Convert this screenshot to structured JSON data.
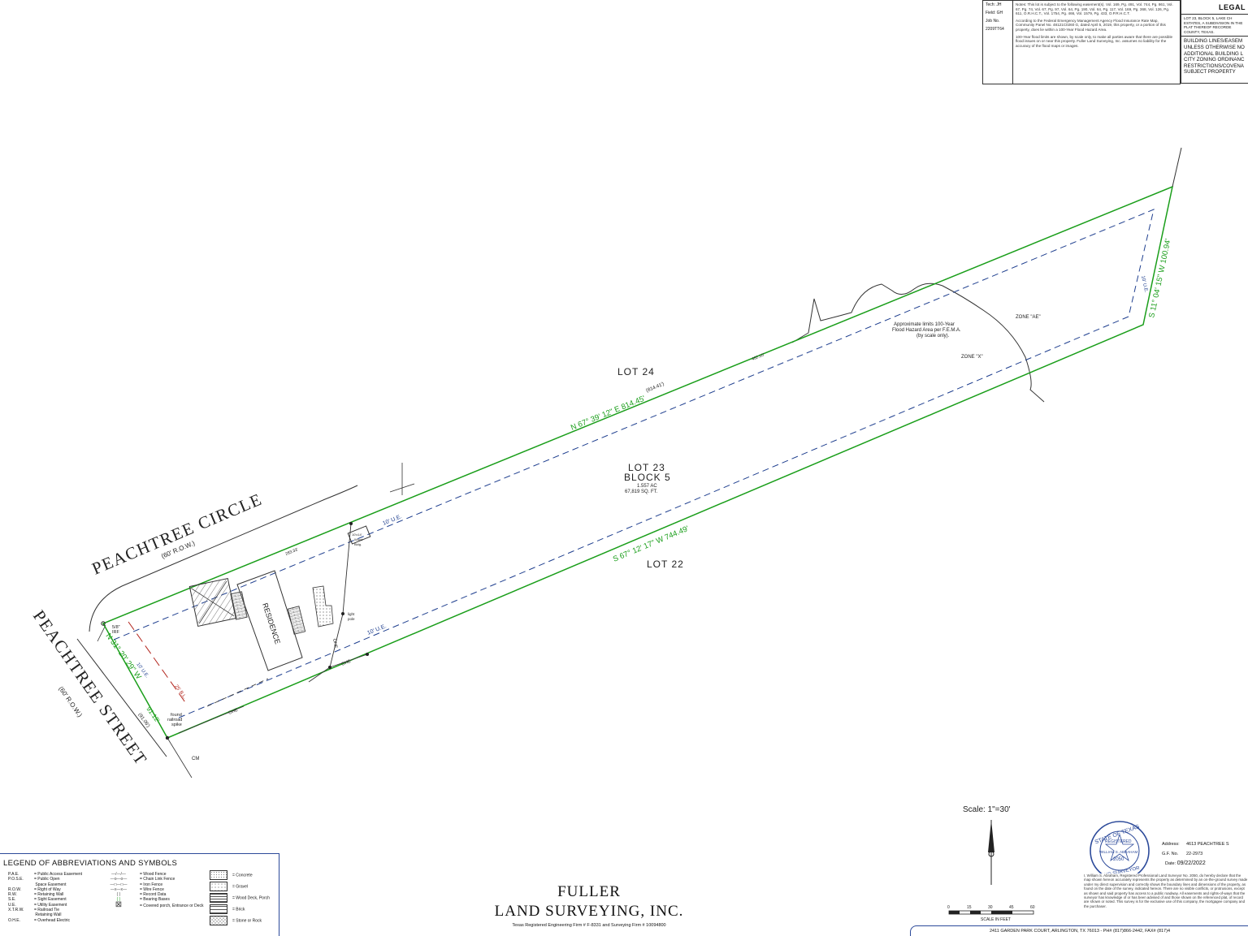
{
  "colors": {
    "boundary": "#1a9e1a",
    "easement": "#1f3f8f",
    "building_line": "#b3261e",
    "ink": "#222222",
    "border": "#2c4a9a"
  },
  "notes": {
    "side": [
      "Tech: JH",
      "Field: GH",
      "Job No.",
      "2209TT64"
    ],
    "paragraphs": [
      "Notes: This lot is subject to the following easement(s). Vol. 169, Pg. 491, Vol. 744, Pg. 861, Vol. 67, Pg. 74, Vol. 67, Pg. 97, Vol. 64, Pg. 190, Vol. 64, Pg. 117, Vol. 169, Pg. 368, Vol. 126, Pg. 611, O.R.H.C.T., Vol. 1754, Pg. 466, Vol. 1579, Pg. 433, O.P.R.H.C.T.",
      "According to the Federal Emergency Management Agency Flood Insurance Rate Map, Community Panel No. 48121C0260 G, dated April 5, 2019, this property, or a portion of this property, does lie within a 100-Year Flood Hazard Area.",
      "100-Year flood limits are shown, by scale only, to make all parties aware that there are possible flood issues on or near this property. Fuller Land Surveying, Inc. assumes no liability for the accuracy of the flood maps or images."
    ]
  },
  "legal": {
    "title": "LEGAL",
    "description": "LOT 23, BLOCK 5, LAKE CH ESTATES, A SUBDIVISION IN THE PLAT THEREOF RECORDE COUNTY, TEXAS.",
    "lines": [
      "BUILDING LINES/EASEM",
      "UNLESS OTHERWISE NO",
      "ADDITIONAL BUILDING L",
      "CITY ZONING ORDINANC",
      "RESTRICTIONS/COVENA",
      "SUBJECT PROPERTY"
    ]
  },
  "plat": {
    "lot_24": "LOT 24",
    "lot_22": "LOT 22",
    "lot_23": "LOT 23",
    "block": "BLOCK 5",
    "acreage": "1.557 AC",
    "sqft": "67,819 SQ. FT.",
    "north_line_bearing": "N 67° 39' 12\" E  814.45'",
    "north_line_record": "(814.41')",
    "south_line_bearing": "S 67° 12' 17\" W    744.49'",
    "east_line_bearing": "S 11° 04' 15\" W   100.94'",
    "west_line_bearing": "N 31° 20' 29\" W",
    "west_line_distance": "91.12'",
    "west_line_record": "(91.06')",
    "street_north": "PEACHTREE CIRCLE",
    "street_north_row": "(60' R.O.W.)",
    "street_west": "PEACHTREE STREET",
    "street_west_row": "(60' R.O.W.)",
    "residence": "RESIDENCE",
    "ue_north": "10' U.E.",
    "ue_south": "10' U.E.",
    "ue_west": "10' U.E.",
    "ue_east": "10' U.E.",
    "bl_west": "25' B.L.",
    "flood_label": [
      "Approximate limits 100-Year",
      "Flood Hazard Area per F.E.M.A.",
      "(by scale only)."
    ],
    "zone_ae": "ZONE \"AE\"",
    "zone_x": "ZONE \"X\"",
    "found_spike": [
      "found",
      "railroad",
      "spike"
    ],
    "iron_rod": [
      "5/8\"",
      "IRF"
    ],
    "light_pole": [
      "light",
      "pole"
    ],
    "wood_shed": [
      "10'x14'",
      "Wood",
      "Bldg."
    ],
    "ohe": "OHE",
    "dim_north": "283.33'",
    "dim_flood": "482.10'",
    "cm": "CM"
  },
  "scale": {
    "label": "Scale: 1\"=30'",
    "ticks": [
      "0",
      "15",
      "30",
      "45",
      "60"
    ],
    "units": "SCALE IN FEET"
  },
  "seal": {
    "top": "STATE OF TEXAS",
    "registered": "REGISTERED",
    "name": "WILLIAM S. ABRAHAM",
    "number": "2050",
    "profession": "LAND SURVEYOR"
  },
  "project": {
    "address_label": "Address:",
    "address_value": "4613 PEACHTREE S",
    "gf_label": "G.F. No.",
    "gf_value": "22-2973",
    "date_label": "Date:",
    "date_value": "09/22/2022",
    "certification": "I, William S. Abraham, Registered Professional Land Surveyor No. 2050, do hereby declare that the map shown hereon accurately represents the property as determined by an on-the-ground survey made under my direct supervision and correctly shows the boundary lines and dimensions of the property, as found on the date of the survey, indicated hereon. There are no visible conflicts, or protrusions, except as shown and said property has access to a public roadway. All easements and rights-of-ways that the surveyor has knowledge of or has been advised of and those shown on the referenced plat, of record are shown or noted. This survey is for the exclusive use of this company, the mortgagee company and the purchaser."
  },
  "firm": {
    "name_line1": "FULLER",
    "name_line2": "LAND SURVEYING, INC.",
    "registration": "Texas Registered Engineering Firm # F-8331 and Surveying Firm # 10094800",
    "footer": "2411 GARDEN PARK COURT, ARLINGTON, TX 76013 - PH# (817)866-2442, FAX# (817)4"
  },
  "legend": {
    "title": "LEGEND OF ABBREVIATIONS AND SYMBOLS",
    "abbreviations": [
      [
        "P.A.E.",
        "= Public Access Easement"
      ],
      [
        "P.O.S.E.",
        "= Public Open"
      ],
      [
        "",
        "   Space Easement"
      ],
      [
        "R.O.W.",
        "= Right of Way"
      ],
      [
        "R.W.",
        "= Retaining Wall"
      ],
      [
        "S.E.",
        "= Sight Easement"
      ],
      [
        "U.E.",
        "= Utility Easement"
      ],
      [
        "X.T.R.W.",
        "= Railroad Tie"
      ],
      [
        "",
        "   Retaining Wall"
      ],
      [
        "O.H.E.",
        "= Overhead Electric"
      ]
    ],
    "line_symbols": [
      [
        "—/—/—",
        "= Wood Fence"
      ],
      [
        "—o—o—",
        "= Chain Link Fence"
      ],
      [
        "—□—□—",
        "= Iron Fence"
      ],
      [
        "—x—x—",
        "= Wire Fence"
      ],
      [
        "(    )",
        "= Record Data"
      ],
      [
        "(    )",
        "= Bearing Bases"
      ],
      [
        "⊠",
        "= Covered porch, Entrance or Deck"
      ]
    ],
    "materials": [
      "= Concrete",
      "= Gravel",
      "= Wood Deck, Porch",
      "= Brick",
      "= Stone or Rock"
    ]
  }
}
